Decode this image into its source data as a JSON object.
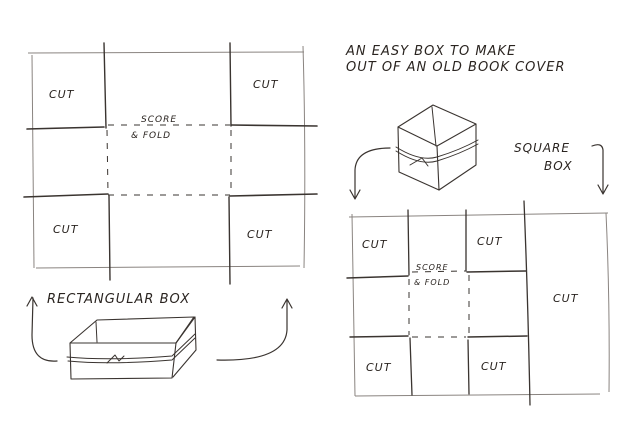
{
  "title": {
    "line1": "AN EASY BOX TO MAKE",
    "line2": "OUT OF AN OLD BOOK COVER"
  },
  "rectangular_box": {
    "label": "RECTANGULAR BOX",
    "cells": [
      "CUT",
      "CUT",
      "CUT",
      "CUT"
    ],
    "fold_note": {
      "line1": "SCORE",
      "line2": "& FOLD"
    }
  },
  "square_box": {
    "label_line1": "SQUARE",
    "label_line2": "BOX",
    "cells": [
      "CUT",
      "CUT",
      "CUT",
      "CUT",
      "CUT"
    ],
    "fold_note": {
      "line1": "SCORE",
      "line2": "& FOLD"
    }
  },
  "colors": {
    "ink": "#3a3430",
    "paper": "#ffffff"
  }
}
